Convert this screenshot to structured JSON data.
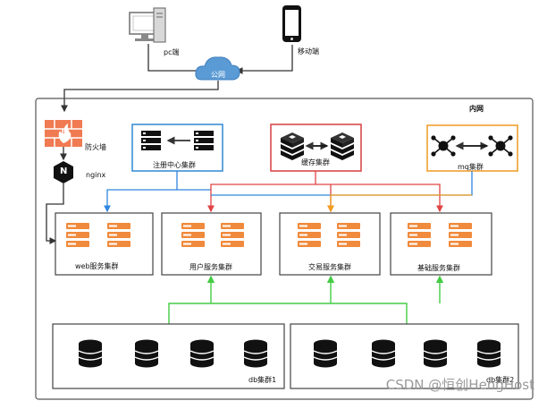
{
  "nodes": {
    "pc": "pc端",
    "mobile": "移动端",
    "internet": "公网",
    "intranet": "内网",
    "firewall": "防火墙",
    "nginx": "nginx",
    "nginx_logo": "N",
    "registry": "注册中心集群",
    "cache": "缓存集群",
    "mq": "mq集群",
    "web": "web服务集群",
    "user": "用户服务集群",
    "trade": "交易服务集群",
    "base": "基础服务集群",
    "db1": "db集群1",
    "db2": "db集群2"
  },
  "watermark": "CSDN @恒创HengHost",
  "colors": {
    "registry_border": "#3d8fd6",
    "cache_border": "#d94a4a",
    "mq_border": "#f0a030",
    "service_icon": "#f08a3c",
    "firewall": "#f07a52",
    "link_blue": "#2e86de",
    "link_red": "#e04444",
    "link_orange": "#f39c20",
    "link_green": "#44cc44"
  }
}
